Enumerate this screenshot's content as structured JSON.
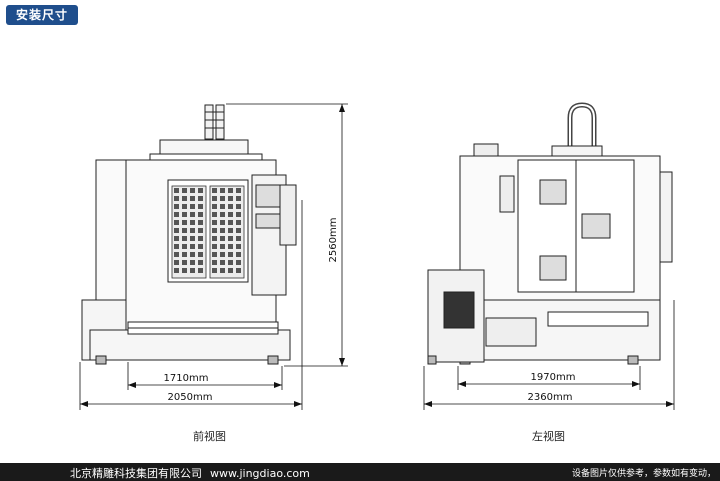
{
  "header": {
    "title": "安装尺寸"
  },
  "front_view": {
    "label": "前视图",
    "dim_height": "2560mm",
    "dim_inner_width": "1710mm",
    "dim_outer_width": "2050mm"
  },
  "side_view": {
    "label": "左视图",
    "dim_inner_width": "1970mm",
    "dim_outer_width": "2360mm"
  },
  "footer": {
    "company": "北京精雕科技集团有限公司",
    "url": "www.jingdiao.com",
    "note": "设备图片仅供参考，参数如有变动，"
  }
}
